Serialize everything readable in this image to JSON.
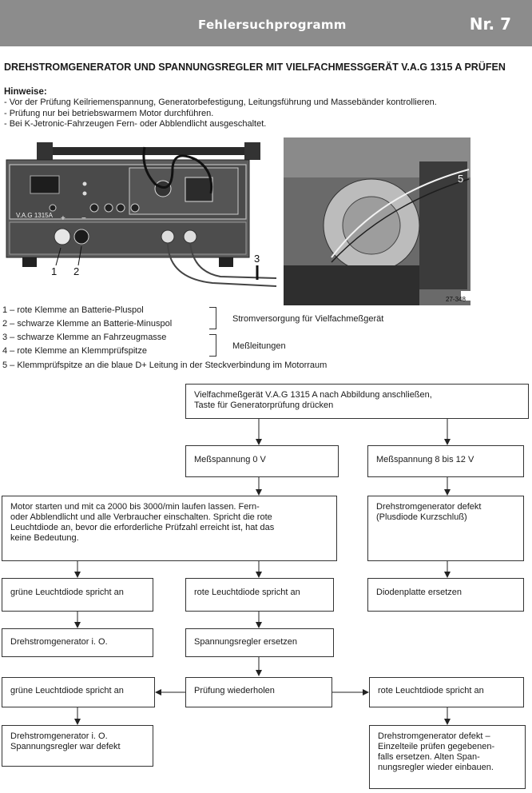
{
  "header": {
    "title": "Fehlersuchprogramm",
    "number": "Nr. 7"
  },
  "heading": "DREHSTROMGENERATOR UND SPANNUNGSREGLER MIT VIELFACHMESSGERÄT V.A.G 1315 A PRÜFEN",
  "hinweise": {
    "title": "Hinweise:",
    "items": [
      "- Vor der Prüfung Keilriemenspannung, Generatorbefestigung, Leitungsführung und Massebänder kontrollieren.",
      "- Prüfung nur bei betriebswarmem Motor durchführen.",
      "- Bei K-Jetronic-Fahrzeugen Fern- oder Abblendlicht ausgeschaltet."
    ]
  },
  "figure": {
    "device_label": "V.A.G 1315A",
    "callouts": [
      "1",
      "2",
      "3",
      "5"
    ],
    "figure_id": "27-348",
    "terminal_plus": "+",
    "terminal_minus": "−"
  },
  "legend": {
    "items": [
      "1 – rote Klemme an Batterie-Pluspol",
      "2 – schwarze Klemme an Batterie-Minuspol",
      "3 – schwarze Klemme an Fahrzeugmasse",
      "4 – rote Klemme an Klemmprüfspitze",
      "5 – Klemmprüfspitze an die blaue D+ Leitung in der Steckverbindung im Motorraum"
    ],
    "group_power": "Stromversorgung für Vielfachmeßgerät",
    "group_leads": "Meßleitungen"
  },
  "flow": {
    "start": [
      "Vielfachmeßgerät V.A.G 1315 A nach Abbildung anschließen,",
      "Taste für Generatorprüfung drücken"
    ],
    "volt0": "Meßspannung 0 V",
    "volt812": "Meßspannung 8 bis 12 V",
    "motor": [
      "Motor starten und mit ca 2000 bis 3000/min laufen lassen. Fern-",
      "oder Abblendlicht und alle Verbraucher einschalten. Spricht die rote",
      "Leuchtdiode an, bevor die erforderliche Prüfzahl erreicht ist, hat das",
      "keine Bedeutung."
    ],
    "gen_defekt_plus": [
      "Drehstromgenerator defekt",
      "(Plusdiode Kurzschluß)"
    ],
    "green1": "grüne Leuchtdiode spricht an",
    "red1": "rote Leuchtdiode spricht an",
    "diodenplatte": "Diodenplatte ersetzen",
    "gen_io1": "Drehstromgenerator i. O.",
    "regler_ersetzen": "Spannungsregler ersetzen",
    "green2": "grüne Leuchtdiode spricht an",
    "repeat": "Prüfung wiederholen",
    "red2": "rote Leuchtdiode spricht an",
    "gen_io2": [
      "Drehstromgenerator i. O.",
      "Spannungsregler war defekt"
    ],
    "gen_defekt2": [
      "Drehstromgenerator defekt –",
      "Einzelteile prüfen gegebenen-",
      "falls ersetzen. Alten Span-",
      "nungsregler wieder einbauen."
    ]
  },
  "colors": {
    "header_bg": "#8c8c8c",
    "ink": "#1a1a1a"
  }
}
